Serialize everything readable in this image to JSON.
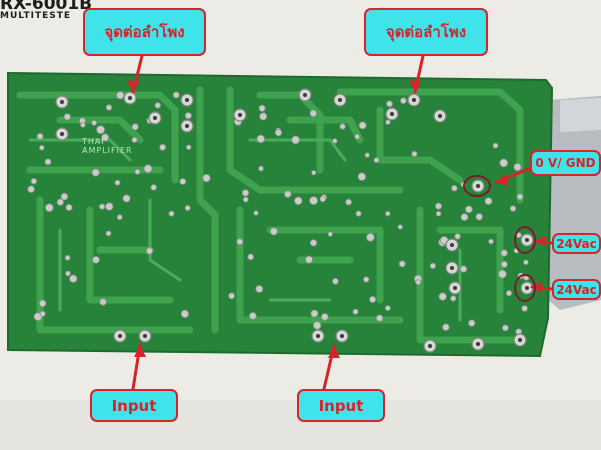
{
  "brand": {
    "line1": "RX-6001B",
    "line2": "MULTITESTE"
  },
  "pcb": {
    "silkscreen_line1": "THAI",
    "silkscreen_line2": "AMPLIFIER"
  },
  "annotations": {
    "speaker_left": "จุดต่อลำโพง",
    "speaker_right": "จุดต่อลำโพง",
    "ground": "0 V/ GND",
    "ac_top": "24Vac",
    "ac_bottom": "24Vac",
    "input_left": "Input",
    "input_right": "Input"
  },
  "colors": {
    "board": "#27833a",
    "trace": "#3ea24f",
    "pad": "#c9ccc8",
    "callout_fill": "#3fe3ea",
    "callout_border": "#d8232a",
    "callout_text": "#d8232a"
  }
}
